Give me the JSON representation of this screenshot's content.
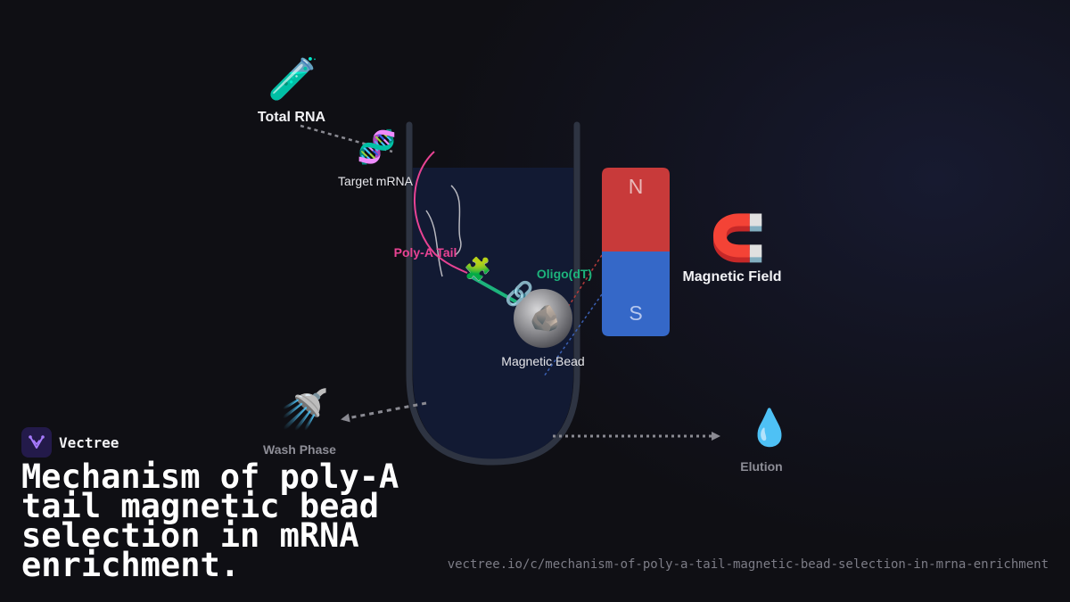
{
  "diagram": {
    "labels": {
      "total_rna": "Total RNA",
      "target_mrna": "Target mRNA",
      "poly_a_tail": "Poly-A Tail",
      "oligo_dt": "Oligo(dT)",
      "magnetic_bead": "Magnetic Bead",
      "magnetic_field": "Magnetic Field",
      "wash_phase": "Wash Phase",
      "elution": "Elution"
    },
    "magnet": {
      "north": "N",
      "south": "S"
    },
    "icons": {
      "total_rna": "test-tube-icon",
      "target_mrna": "dna-icon",
      "poly_a_tail": "puzzle-piece-icon",
      "oligo_dt": "link-icon",
      "magnetic_bead": "rock-icon",
      "magnetic_field": "magnet-icon",
      "wash_phase": "shower-icon",
      "elution": "droplet-icon"
    },
    "colors": {
      "poly_a_tail": "#e84393",
      "oligo_dt": "#1db37c",
      "magnet_north": "#c83a3a",
      "magnet_south": "#3568c8",
      "tube_wall": "#2e3442",
      "tube_liquid": "#121a33"
    }
  },
  "brand": {
    "name": "Vectree"
  },
  "title": "Mechanism of poly-A tail magnetic bead selection in mRNA enrichment.",
  "url": "vectree.io/c/mechanism-of-poly-a-tail-magnetic-bead-selection-in-mrna-enrichment"
}
